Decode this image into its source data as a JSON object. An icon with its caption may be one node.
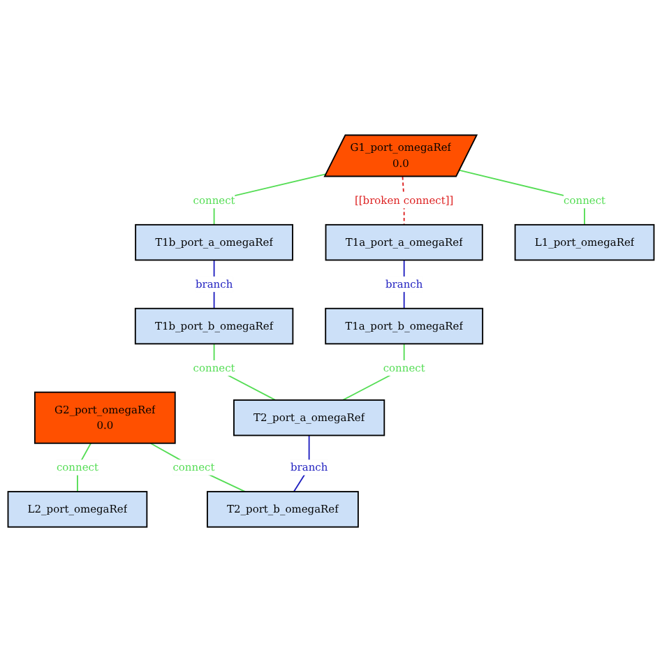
{
  "diagram": {
    "nodes": [
      {
        "text": [
          "G1_port_omegaRef",
          "0.0"
        ]
      },
      {
        "text": [
          "T1b_port_a_omegaRef"
        ]
      },
      {
        "text": [
          "T1a_port_a_omegaRef"
        ]
      },
      {
        "text": [
          "L1_port_omegaRef"
        ]
      },
      {
        "text": [
          "T1b_port_b_omegaRef"
        ]
      },
      {
        "text": [
          "T1a_port_b_omegaRef"
        ]
      },
      {
        "text": [
          "G2_port_omegaRef",
          "0.0"
        ]
      },
      {
        "text": [
          "T2_port_a_omegaRef"
        ]
      },
      {
        "text": [
          "L2_port_omegaRef"
        ]
      },
      {
        "text": [
          "T2_port_b_omegaRef"
        ]
      }
    ],
    "edges": [
      {
        "from": 0,
        "to": 1,
        "arrow": "none",
        "label": "connect"
      },
      {
        "from": 0,
        "to": 2,
        "arrow": "none",
        "label": "[[broken connect]]",
        "style": "dashed",
        "color": "#dd2222"
      },
      {
        "from": 0,
        "to": 3,
        "arrow": "none",
        "label": "connect"
      },
      {
        "from": 1,
        "to": 4,
        "arrow": "none",
        "label": "branch",
        "color": "#2020c0"
      },
      {
        "from": 2,
        "to": 5,
        "arrow": "none",
        "label": "branch",
        "color": "#2020c0"
      },
      {
        "from": 4,
        "to": 7,
        "arrow": "none",
        "label": "connect"
      },
      {
        "from": 5,
        "to": 7,
        "arrow": "none",
        "label": "connect"
      },
      {
        "from": 6,
        "to": 8,
        "arrow": "none",
        "label": "connect"
      },
      {
        "from": 6,
        "to": 9,
        "arrow": "none",
        "label": "connect"
      },
      {
        "from": 7,
        "to": 9,
        "arrow": "none",
        "label": "branch",
        "color": "#2020c0"
      }
    ]
  }
}
